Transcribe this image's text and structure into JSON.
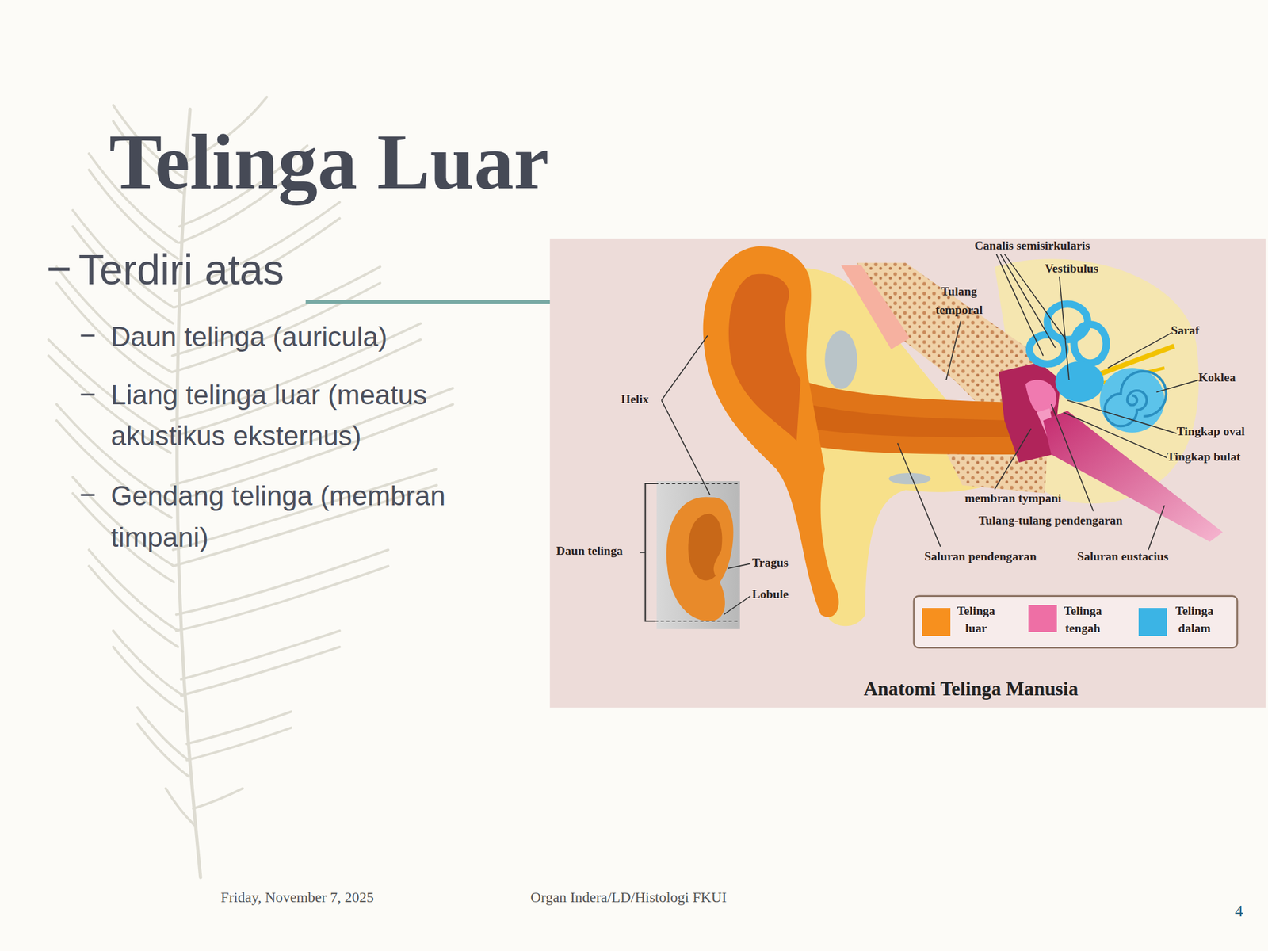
{
  "diagram": {
    "title": "Telinga Luar",
    "caption": "Anatomi Telinga Manusia",
    "labels": [
      "Terdiri atas",
      "Daun telinga (auricula)",
      "Liang telinga luar (meatus akustikus eksternus)",
      "Gendang telinga (membran timpani)",
      "Canalis semisirkularis",
      "Vestibulus",
      "Tulang temporal",
      "Saraf",
      "Koklea",
      "Helix",
      "Tingkap oval",
      "Tingkap bulat",
      "membran tympani",
      "Tulang-tulang pendengaran",
      "Daun telinga",
      "Tragus",
      "Lobule",
      "Saluran pendengaran",
      "Saluran eustacius",
      "Friday, November 7, 2025",
      "Organ Indera/LD/Histologi FKUI",
      "4"
    ],
    "legend": [
      {
        "text": "Telinga luar",
        "color": "#f7901e"
      },
      {
        "text": "Telinga tengah",
        "color": "#ee6fa5"
      },
      {
        "text": "Telinga dalam",
        "color": "#3bb4e5"
      }
    ]
  }
}
